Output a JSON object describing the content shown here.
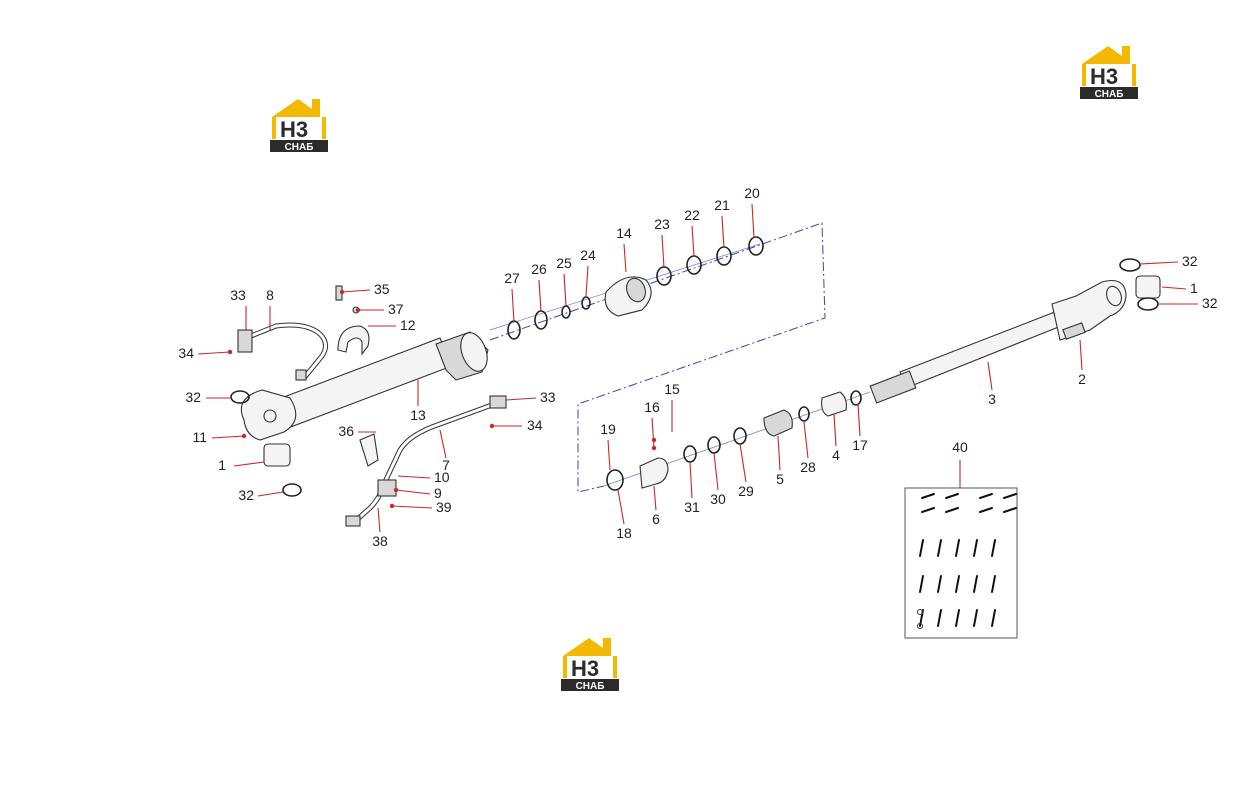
{
  "watermark": {
    "logo_letters": "H3",
    "logo_caption": "СНАБ",
    "brand_color": "#f5b800",
    "dark_color": "#2b2b2b"
  },
  "diagram": {
    "part_labels": [
      {
        "id": "1"
      },
      {
        "id": "2"
      },
      {
        "id": "3"
      },
      {
        "id": "4"
      },
      {
        "id": "5"
      },
      {
        "id": "6"
      },
      {
        "id": "7"
      },
      {
        "id": "8"
      },
      {
        "id": "9"
      },
      {
        "id": "10"
      },
      {
        "id": "11"
      },
      {
        "id": "12"
      },
      {
        "id": "13"
      },
      {
        "id": "14"
      },
      {
        "id": "15"
      },
      {
        "id": "16"
      },
      {
        "id": "17"
      },
      {
        "id": "18"
      },
      {
        "id": "19"
      },
      {
        "id": "20"
      },
      {
        "id": "21"
      },
      {
        "id": "22"
      },
      {
        "id": "23"
      },
      {
        "id": "24"
      },
      {
        "id": "25"
      },
      {
        "id": "26"
      },
      {
        "id": "27"
      },
      {
        "id": "28"
      },
      {
        "id": "29"
      },
      {
        "id": "30"
      },
      {
        "id": "31"
      },
      {
        "id": "32"
      },
      {
        "id": "33"
      },
      {
        "id": "34"
      },
      {
        "id": "35"
      },
      {
        "id": "36"
      },
      {
        "id": "37"
      },
      {
        "id": "38"
      },
      {
        "id": "39"
      },
      {
        "id": "40"
      }
    ],
    "leader_color": "#c62828",
    "line_color": "#333333",
    "phantom_line_color": "#3949ab"
  }
}
